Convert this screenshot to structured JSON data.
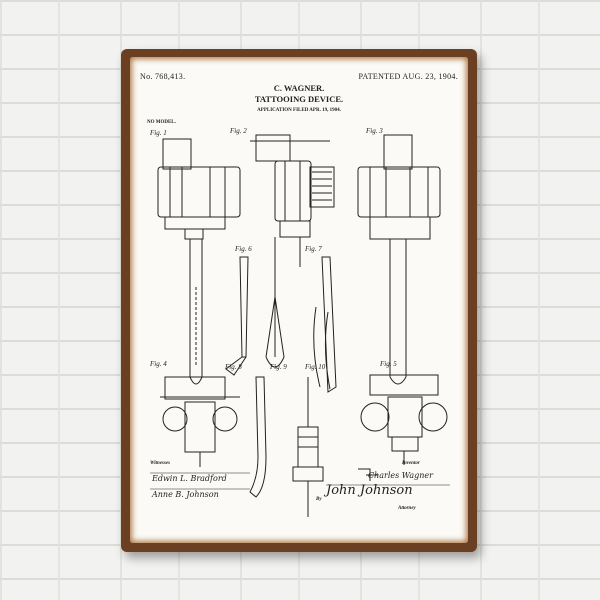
{
  "patent": {
    "number": "No. 768,413.",
    "date": "PATENTED AUG. 23, 1904.",
    "inventor": "C. WAGNER.",
    "title": "TATTOOING DEVICE.",
    "application": "APPLICATION FILED APR. 19, 1904.",
    "model": "NO MODEL."
  },
  "figures": [
    "Fig. 1",
    "Fig. 2",
    "Fig. 3",
    "Fig. 4",
    "Fig. 5",
    "Fig. 6",
    "Fig. 7",
    "Fig. 8",
    "Fig. 9",
    "Fig. 10"
  ],
  "witnesses": {
    "label": "Witnesses",
    "names": [
      "Edwin L. Bradford",
      "Anne B. Johnson"
    ]
  },
  "inventor_block": {
    "label": "Inventor",
    "signature": "Charles Wagner",
    "by_label": "By",
    "attorney_signature": "John Johnson",
    "attorney_label": "Attorney"
  },
  "colors": {
    "frame": "#6b3f22",
    "paper": "#fbfaf6",
    "ink": "#222222",
    "wall": "#f2f2f0"
  }
}
